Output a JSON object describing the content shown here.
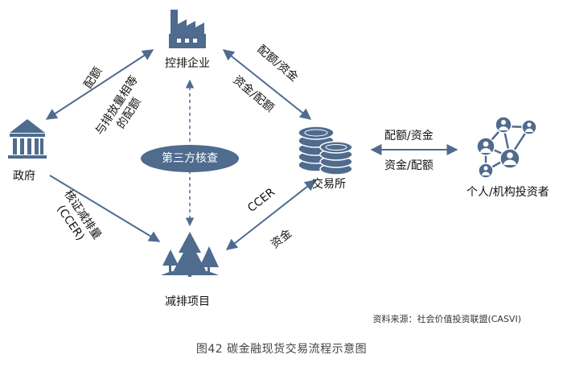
{
  "colors": {
    "icon": "#4f6b8e",
    "arrow": "#4f6b8e",
    "center_fill": "#4f6b8e"
  },
  "nodes": {
    "enterprise": {
      "label": "控排企业",
      "icon": "factory-icon"
    },
    "government": {
      "label": "政府",
      "icon": "government-building-icon"
    },
    "exchange": {
      "label": "交易所",
      "icon": "coin-stack-icon"
    },
    "project": {
      "label": "减排项目",
      "icon": "forest-trees-icon"
    },
    "investors": {
      "label": "个人/机构投资者",
      "icon": "people-network-icon"
    }
  },
  "center": {
    "label": "第三方核查"
  },
  "edges": {
    "gov_to_enterprise": "配额",
    "enterprise_to_gov": "与排放量相等的配额",
    "enterprise_to_exchange": "配额/资金",
    "exchange_to_enterprise": "资金/配额",
    "exchange_to_investors": "配额/资金",
    "investors_to_exchange": "资金/配额",
    "gov_to_project": "核证减排量(CCER)",
    "project_to_exchange": "CCER",
    "exchange_to_project": "资金"
  },
  "source": "资料来源：社会价值投资联盟(CASVI)",
  "caption": "图42   碳金融现货交易流程示意图"
}
